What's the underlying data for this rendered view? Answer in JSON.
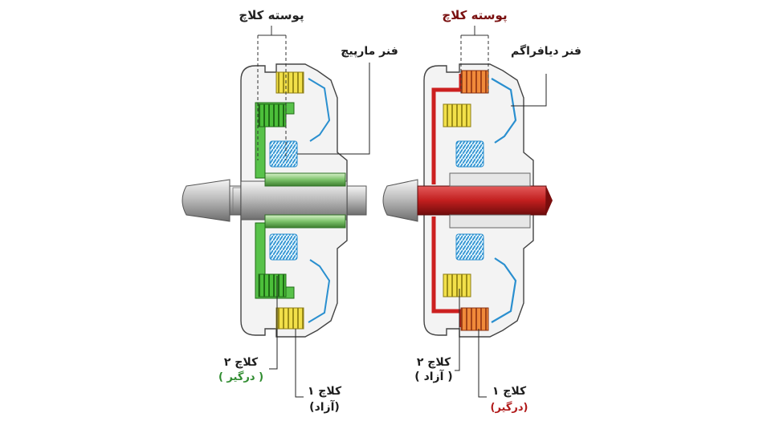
{
  "left": {
    "title": "پوسته کلاچ",
    "spring_label": "فنر مارپیچ",
    "clutch2_label": "کلاچ ۲",
    "clutch2_state": "( درگیر )",
    "clutch1_label": "کلاچ ۱",
    "clutch1_state": "(آزاد)"
  },
  "right": {
    "title": "پوسته کلاچ",
    "spring_label": "فنر دیافراگم",
    "clutch2_label": "کلاچ ۲",
    "clutch2_state": "( آزاد )",
    "clutch1_label": "کلاچ ۱",
    "clutch1_state": "(درگیر)"
  },
  "colors": {
    "engaged_left": "#2e9b2e",
    "engaged_right": "#cc2020",
    "spring": "#3aa6dd",
    "friction": "#e8d63a",
    "housing": "#f2f2f2"
  }
}
